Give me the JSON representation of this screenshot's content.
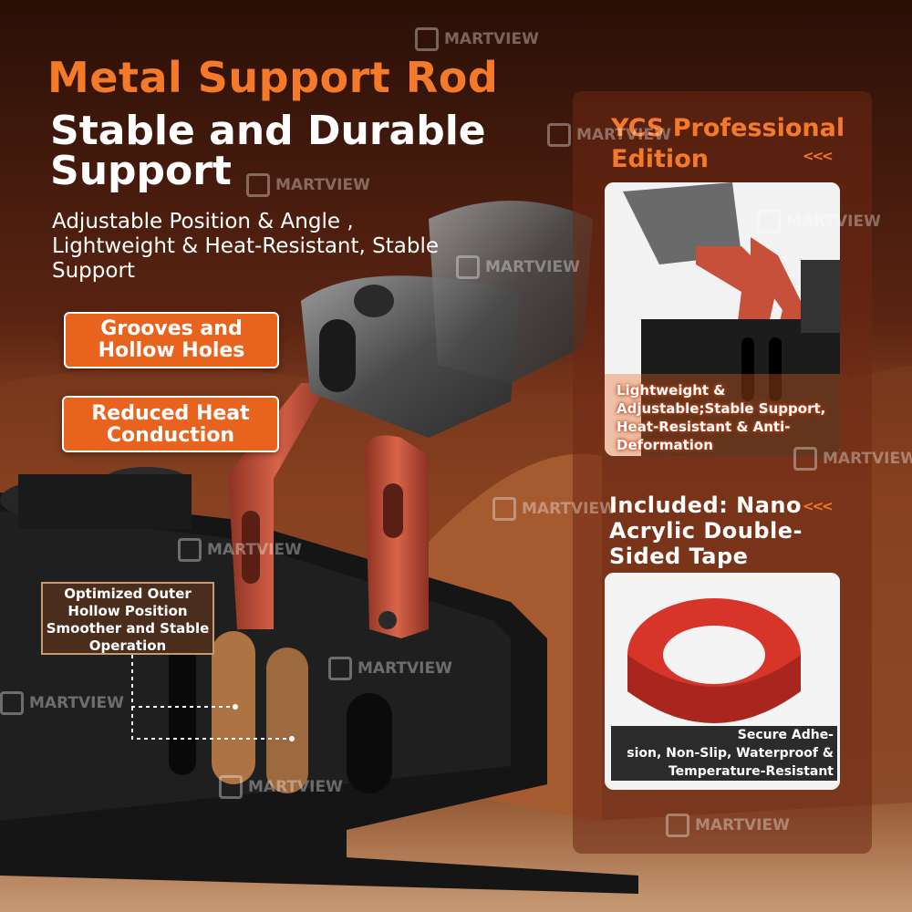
{
  "headline": {
    "title": "Metal Support Rod",
    "subtitle": "Stable and Durable Support",
    "description": "Adjustable Position & Angle , Lightweight & Heat-Resistant, Stable Support"
  },
  "tags": {
    "grooves": "Grooves and Hollow Holes",
    "heat": "Reduced Heat Conduction"
  },
  "hollow_callout": "Optimized Outer Hollow Position Smoother and Stable Operation",
  "panel": {
    "title": "YCS Professional Edition",
    "chevrons": "<<<",
    "feature_caption": "Lightweight & Adjustable;Stable Support, Heat-Resistant & Anti-Deformation",
    "included_title": "Included: Nano Acrylic Double-Sided Tape",
    "tape_caption_1": "Secure Adhe-",
    "tape_caption_2": "sion, Non-Slip, Waterproof &",
    "tape_caption_3": "Temperature-Resistant"
  },
  "watermark": "MARTVIEW",
  "colors": {
    "accent": "#f47a2a",
    "tag_bg": "#e8641e",
    "rod": "#c7503a",
    "holder": "#1b1b1b"
  }
}
